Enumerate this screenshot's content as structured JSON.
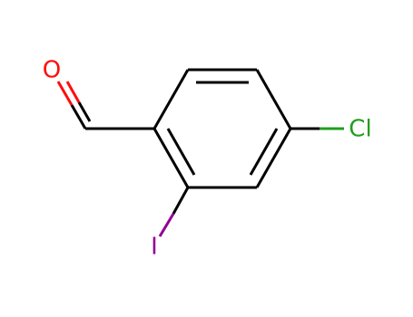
{
  "molecule": {
    "atoms": {
      "oxygen": {
        "label": "O",
        "color": "#ff0d0d"
      },
      "chlorine": {
        "label": "Cl",
        "color": "#1f9e1f"
      },
      "iodine": {
        "label": "I",
        "color": "#940094"
      }
    },
    "bond_color": "#000000"
  }
}
